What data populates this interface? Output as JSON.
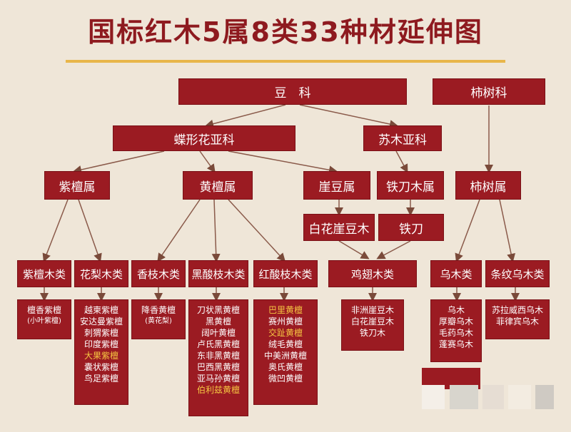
{
  "title": "国标红木5属8类33种材延伸图",
  "family": {
    "dou_ke": "豆　科",
    "shishu_ke": "柿树科"
  },
  "subfamily": {
    "diexing": "蝶形花亚科",
    "sumu": "苏木亚科"
  },
  "genus": {
    "zitan": "紫檀属",
    "huangtan": "黄檀属",
    "yadou": "崖豆属",
    "tiedaomu": "铁刀木属",
    "shishu": "柿树属"
  },
  "species_mid": {
    "baihua": "白花崖豆木",
    "tiedao": "铁刀"
  },
  "category": {
    "zitanmu": "紫檀木类",
    "hualimu": "花梨木类",
    "xiangzhimu": "香枝木类",
    "heisuanzhimu": "黑酸枝木类",
    "hongsuanzhimu": "红酸枝木类",
    "jichimu": "鸡翅木类",
    "wumu": "乌木类",
    "tiaowenwumu": "条纹乌木类"
  },
  "lists": {
    "zitanmu": [
      "檀香紫檀",
      "(小叶紫檀)"
    ],
    "hualimu": [
      "越柬紫檀",
      "安达曼紫檀",
      "刺猬紫檀",
      "印度紫檀",
      "大果紫檀",
      "囊状紫檀",
      "鸟足紫檀"
    ],
    "xiangzhimu": [
      "降香黄檀",
      "(黄花梨)"
    ],
    "heisuanzhimu": [
      "刀状黑黄檀",
      "黑黄檀",
      "阔叶黄檀",
      "卢氏黑黄檀",
      "东非黑黄檀",
      "巴西黑黄檀",
      "亚马孙黄檀",
      "伯利兹黄檀"
    ],
    "hongsuanzhimu": [
      "巴里黄檀",
      "赛州黄檀",
      "交趾黄檀",
      "绒毛黄檀",
      "中美洲黄檀",
      "奥氏黄檀",
      "微凹黄檀"
    ],
    "jichimu": [
      "非洲崖豆木",
      "白花崖豆木",
      "铁刀木"
    ],
    "wumu": [
      "乌木",
      "厚瓣乌木",
      "毛药乌木",
      "蓬赛乌木"
    ],
    "tiaowenwumu": [
      "苏拉威西乌木",
      "菲律宾乌木"
    ]
  },
  "highlight_items": [
    "大果紫檀",
    "伯利兹黄檀",
    "巴里黄檀",
    "交趾黄檀"
  ],
  "colors": {
    "box": "#9b1b22",
    "background": "#efe6d8",
    "highlight": "#f5c542",
    "rule": "#e8b64a"
  }
}
